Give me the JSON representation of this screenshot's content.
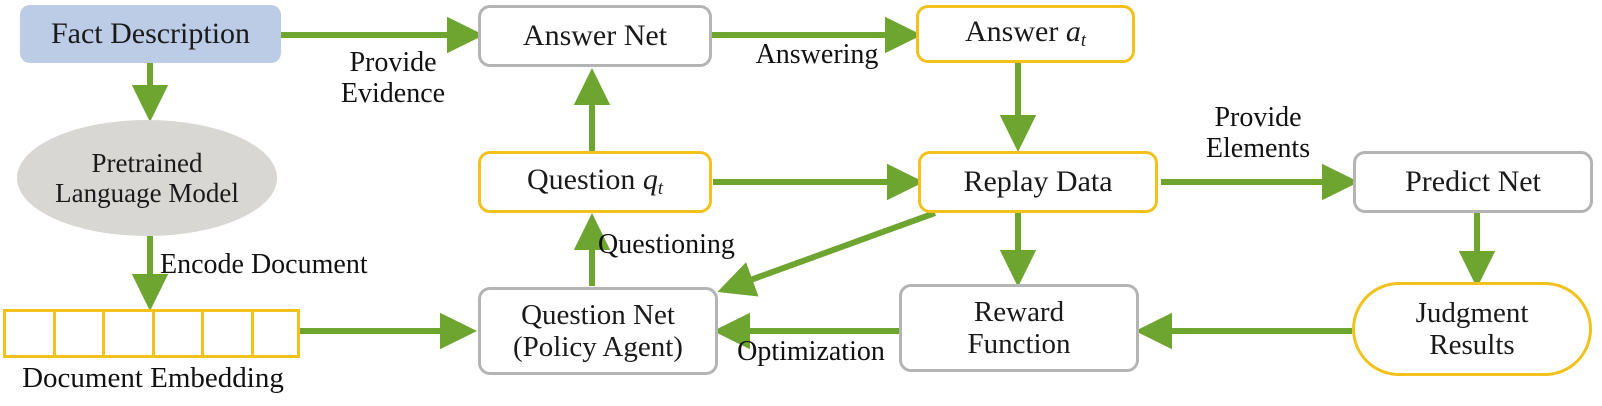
{
  "diagram": {
    "title": "Reinforcement-learning question-answering legal judgment framework",
    "colors": {
      "green_arrow": "#6ea531",
      "yellow_border": "#f2c11c",
      "gray_border": "#b4b4b4",
      "blue_fill": "#bcccE6",
      "ellipse_fill": "#d9d7d4",
      "text": "#1a1a1a",
      "background": "#ffffff"
    },
    "nodes": [
      {
        "id": "fact-description",
        "label": "Fact Description",
        "shape": "rounded-rect",
        "style": "blue-filled"
      },
      {
        "id": "pretrained-language-model",
        "label": "Pretrained\nLanguage Model",
        "shape": "ellipse",
        "style": "gray-filled"
      },
      {
        "id": "document-embedding",
        "label": "",
        "shape": "cell-row",
        "style": "yellow-outline",
        "cells": 6
      },
      {
        "id": "answer-net",
        "label": "Answer Net",
        "shape": "rounded-rect",
        "style": "gray-outline"
      },
      {
        "id": "question-qt",
        "label": "Question q",
        "label_sub": "t",
        "shape": "rounded-rect",
        "style": "yellow-outline"
      },
      {
        "id": "question-net",
        "label": "Question Net\n(Policy Agent)",
        "shape": "rounded-rect",
        "style": "gray-outline"
      },
      {
        "id": "answer-at",
        "label": "Answer a",
        "label_sub": "t",
        "shape": "rounded-rect",
        "style": "yellow-outline"
      },
      {
        "id": "replay-data",
        "label": "Replay Data",
        "shape": "rounded-rect",
        "style": "yellow-outline"
      },
      {
        "id": "reward-function",
        "label": "Reward\nFunction",
        "shape": "rounded-rect",
        "style": "gray-outline"
      },
      {
        "id": "predict-net",
        "label": "Predict Net",
        "shape": "rounded-rect",
        "style": "gray-outline"
      },
      {
        "id": "judgment-results",
        "label": "Judgment\nResults",
        "shape": "pill",
        "style": "yellow-outline"
      }
    ],
    "labels": {
      "fact_description": "Fact Description",
      "pretrained_language_model_line1": "Pretrained",
      "pretrained_language_model_line2": "Language Model",
      "document_embedding_caption": "Document Embedding",
      "answer_net": "Answer Net",
      "question_prefix": "Question ",
      "question_var": "q",
      "question_sub": "t",
      "question_net_line1": "Question Net",
      "question_net_line2": "(Policy Agent)",
      "answer_prefix": "Answer ",
      "answer_var": "a",
      "answer_sub": "t",
      "replay_data": "Replay Data",
      "reward_function_line1": "Reward",
      "reward_function_line2": "Function",
      "predict_net": "Predict Net",
      "judgment_results_line1": "Judgment",
      "judgment_results_line2": "Results"
    },
    "edge_labels": {
      "provide_evidence": "Provide\nEvidence",
      "encode_document": "Encode Document",
      "answering": "Answering",
      "questioning": "Questioning",
      "provide_elements": "Provide\nElements",
      "optimization": "Optimization"
    },
    "edges": [
      {
        "id": "fact-to-pretrained",
        "from": "fact-description",
        "to": "pretrained-language-model",
        "label": ""
      },
      {
        "id": "fact-to-answer-net",
        "from": "fact-description",
        "to": "answer-net",
        "label": "Provide\nEvidence"
      },
      {
        "id": "pretrained-to-embedding",
        "from": "pretrained-language-model",
        "to": "document-embedding",
        "label": "Encode Document"
      },
      {
        "id": "embedding-to-question-net",
        "from": "document-embedding",
        "to": "question-net",
        "label": ""
      },
      {
        "id": "question-net-to-question",
        "from": "question-net",
        "to": "question-qt",
        "label": "Questioning"
      },
      {
        "id": "question-to-answer-net",
        "from": "question-qt",
        "to": "answer-net",
        "label": ""
      },
      {
        "id": "question-to-replay",
        "from": "question-qt",
        "to": "replay-data",
        "label": ""
      },
      {
        "id": "answer-net-to-answer",
        "from": "answer-net",
        "to": "answer-at",
        "label": "Answering"
      },
      {
        "id": "answer-to-replay",
        "from": "answer-at",
        "to": "replay-data",
        "label": ""
      },
      {
        "id": "replay-to-predict",
        "from": "replay-data",
        "to": "predict-net",
        "label": "Provide\nElements"
      },
      {
        "id": "replay-to-reward",
        "from": "replay-data",
        "to": "reward-function",
        "label": ""
      },
      {
        "id": "replay-to-question-net",
        "from": "replay-data",
        "to": "question-net",
        "label": ""
      },
      {
        "id": "predict-to-judgment",
        "from": "predict-net",
        "to": "judgment-results",
        "label": ""
      },
      {
        "id": "judgment-to-reward",
        "from": "judgment-results",
        "to": "reward-function",
        "label": ""
      },
      {
        "id": "reward-to-question-net",
        "from": "reward-function",
        "to": "question-net",
        "label": "Optimization"
      }
    ]
  }
}
